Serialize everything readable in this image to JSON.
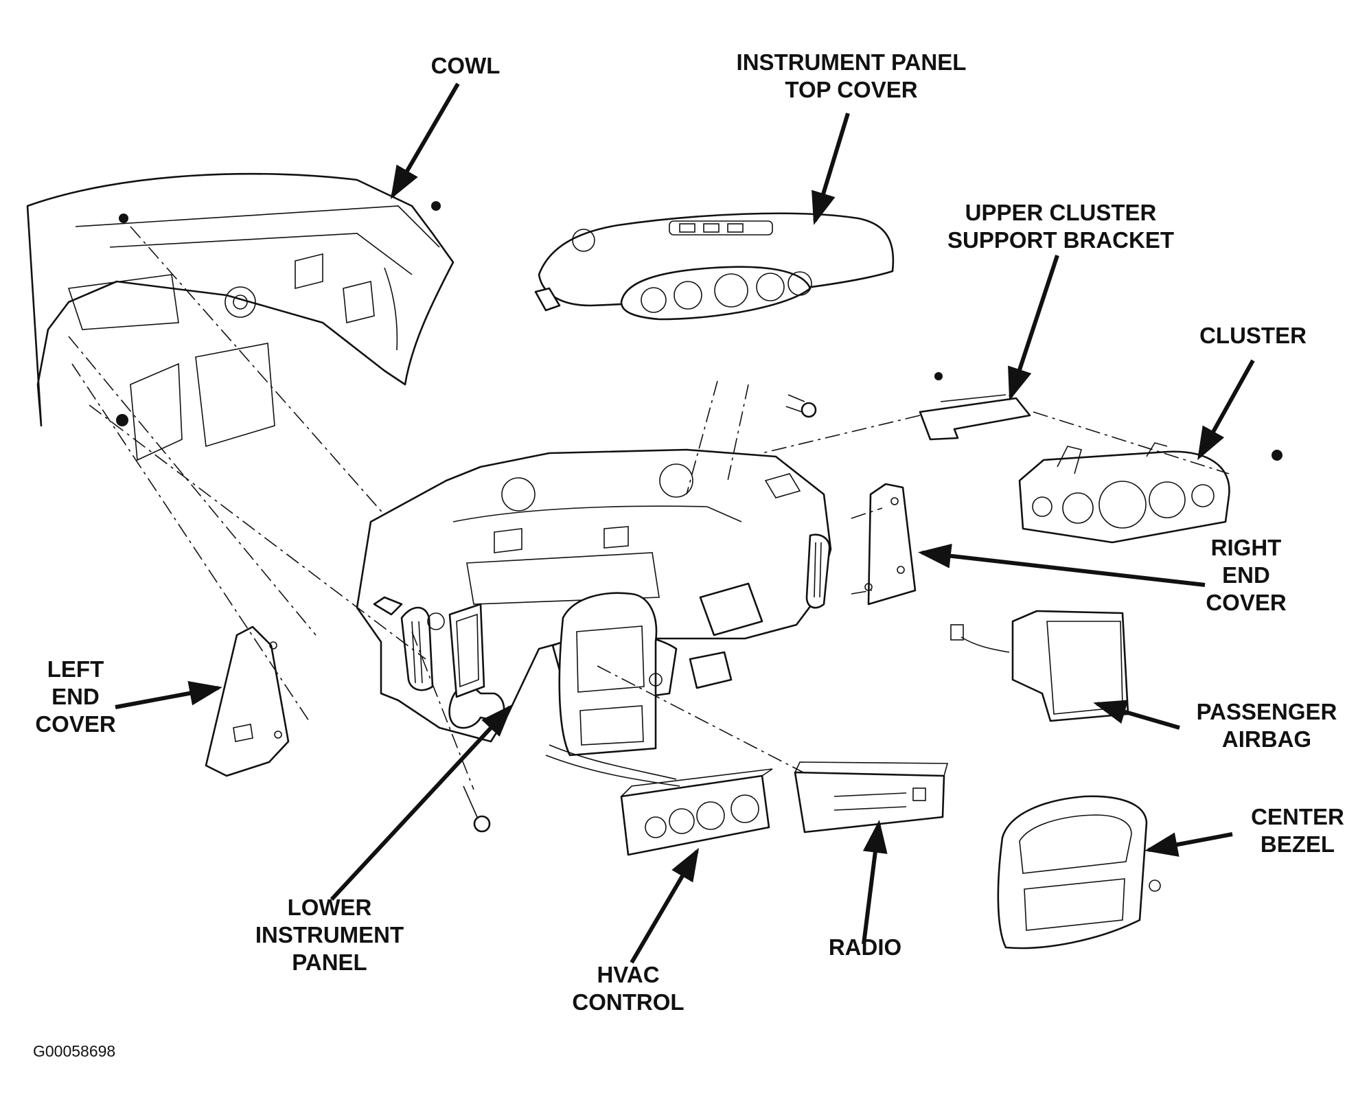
{
  "labels": {
    "cowl": [
      "COWL"
    ],
    "ip_top_cover": [
      "INSTRUMENT PANEL",
      "TOP COVER"
    ],
    "upper_cluster_bracket": [
      "UPPER CLUSTER",
      "SUPPORT BRACKET"
    ],
    "cluster": [
      "CLUSTER"
    ],
    "right_end_cover": [
      "RIGHT",
      "END",
      "COVER"
    ],
    "left_end_cover": [
      "LEFT",
      "END",
      "COVER"
    ],
    "passenger_airbag": [
      "PASSENGER",
      "AIRBAG"
    ],
    "center_bezel": [
      "CENTER",
      "BEZEL"
    ],
    "lower_instrument_panel": [
      "LOWER",
      "INSTRUMENT",
      "PANEL"
    ],
    "radio": [
      "RADIO"
    ],
    "hvac_control": [
      "HVAC",
      "CONTROL"
    ]
  },
  "figure_id": "G00058698"
}
